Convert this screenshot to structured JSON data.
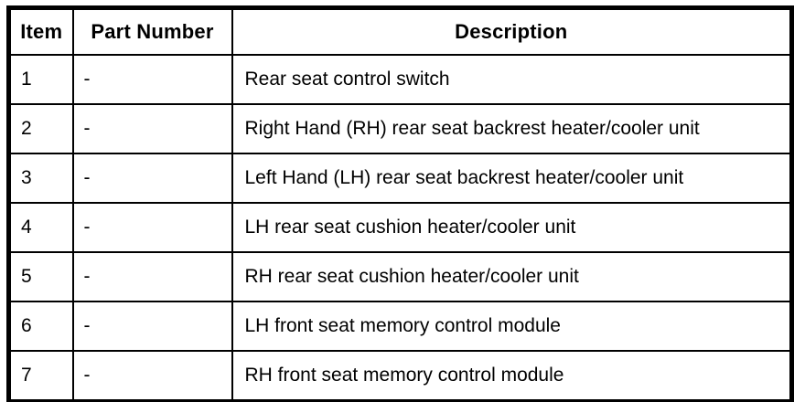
{
  "colors": {
    "border": "#000000",
    "background": "#ffffff",
    "text": "#000000"
  },
  "table": {
    "columns": [
      {
        "label": "Item"
      },
      {
        "label": "Part Number"
      },
      {
        "label": "Description"
      }
    ],
    "rows": [
      {
        "item": "1",
        "part_number": "-",
        "description": "Rear seat control switch"
      },
      {
        "item": "2",
        "part_number": "-",
        "description": "Right Hand (RH) rear seat backrest heater/cooler unit"
      },
      {
        "item": "3",
        "part_number": "-",
        "description": "Left Hand (LH) rear seat backrest heater/cooler unit"
      },
      {
        "item": "4",
        "part_number": "-",
        "description": "LH rear seat cushion heater/cooler unit"
      },
      {
        "item": "5",
        "part_number": "-",
        "description": "RH rear seat cushion heater/cooler unit"
      },
      {
        "item": "6",
        "part_number": "-",
        "description": "LH front seat memory control module"
      },
      {
        "item": "7",
        "part_number": "-",
        "description": "RH front seat memory control module"
      }
    ]
  }
}
